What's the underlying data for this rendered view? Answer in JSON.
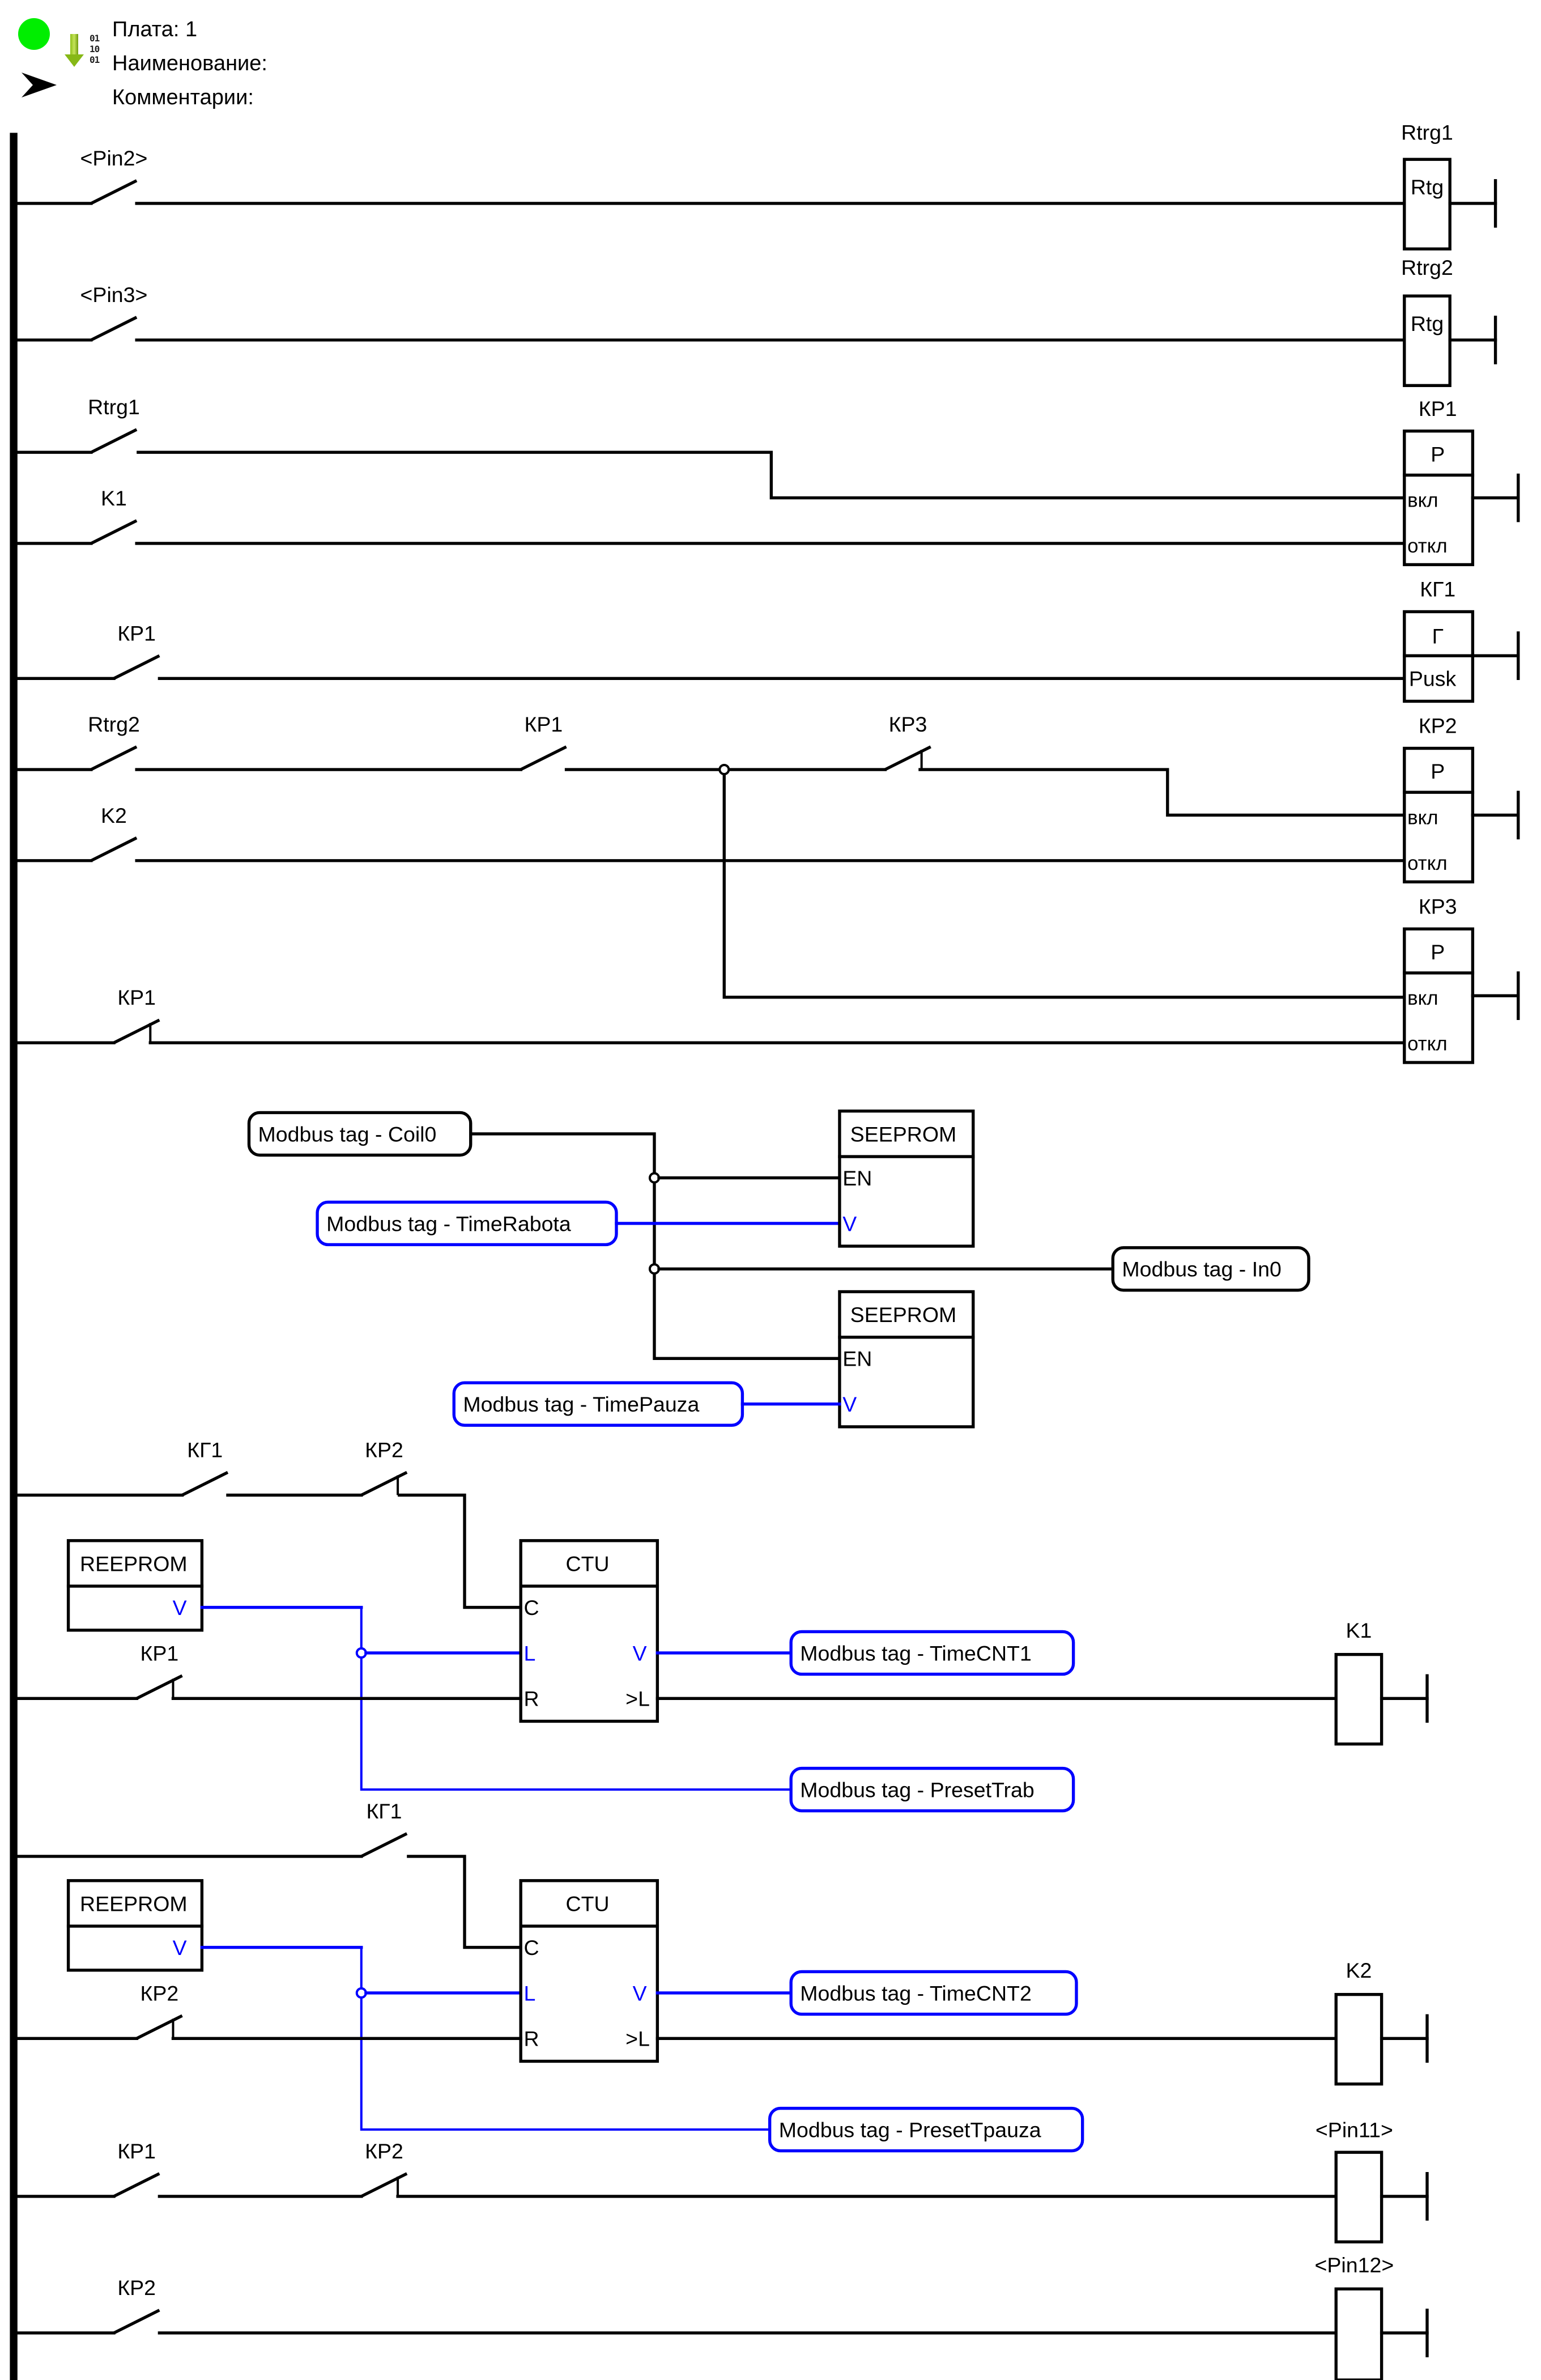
{
  "header": {
    "status_icon": "green-status-dot",
    "download_icon": "download-binary-icon",
    "pointer_icon": "arrow-pointer-icon",
    "board": "Плата: 1",
    "name": "Наименование:",
    "comments": "Комментарии:",
    "bits": [
      "01",
      "10",
      "01"
    ]
  },
  "colors": {
    "wire": "#000000",
    "data_wire": "#0000ff",
    "status": "#00ee00"
  },
  "rungs": {
    "r1": {
      "contact": "<Pin2>",
      "coil": "Rtrg1",
      "coil_text": "Rtg"
    },
    "r2": {
      "contact": "<Pin3>",
      "coil": "Rtrg2",
      "coil_text": "Rtg"
    },
    "r3": {
      "contact_a": "Rtrg1",
      "contact_b": "K1",
      "block": "КР1",
      "block_type": "Р",
      "in_on": "вкл",
      "in_off": "откл"
    },
    "r4": {
      "contact": "КР1",
      "block": "КГ1",
      "block_type": "Г",
      "input": "Pusk"
    },
    "r5": {
      "contact_a": "Rtrg2",
      "contact_b": "КР1",
      "contact_c": "КР3",
      "contact_d": "K2",
      "block": "КР2",
      "block_type": "Р",
      "in_on": "вкл",
      "in_off": "откл"
    },
    "r6": {
      "contact": "КР1",
      "block": "КР3",
      "block_type": "Р",
      "in_on": "вкл",
      "in_off": "откл"
    },
    "eeprom": {
      "tag_coil": "Modbus tag - Coil0",
      "tag_rabota": "Modbus tag - TimeRabota",
      "tag_in0": "Modbus tag - In0",
      "tag_pauza": "Modbus tag - TimePauza",
      "block": "SEEPROM",
      "en": "EN",
      "v": "V"
    },
    "ctu1": {
      "contact_a": "КГ1",
      "contact_b": "КР2",
      "contact_r": "КР1",
      "reeprom": "REEPROM",
      "reeprom_v": "V",
      "block": "CTU",
      "c": "C",
      "l": "L",
      "r": "R",
      "v": "V",
      "gl": ">L",
      "tag_cnt": "Modbus tag - TimeCNT1",
      "tag_preset": "Modbus tag - PresetTrab",
      "coil": "K1"
    },
    "ctu2": {
      "contact_a": "КГ1",
      "contact_r": "КР2",
      "reeprom": "REEPROM",
      "reeprom_v": "V",
      "block": "CTU",
      "c": "C",
      "l": "L",
      "r": "R",
      "v": "V",
      "gl": ">L",
      "tag_cnt": "Modbus tag - TimeCNT2",
      "tag_preset": "Modbus tag - PresetTpauza",
      "coil": "K2"
    },
    "r11": {
      "contact_a": "КР1",
      "contact_b": "КР2",
      "coil": "<Pin11>"
    },
    "r12": {
      "contact": "КР2",
      "coil": "<Pin12>"
    }
  }
}
